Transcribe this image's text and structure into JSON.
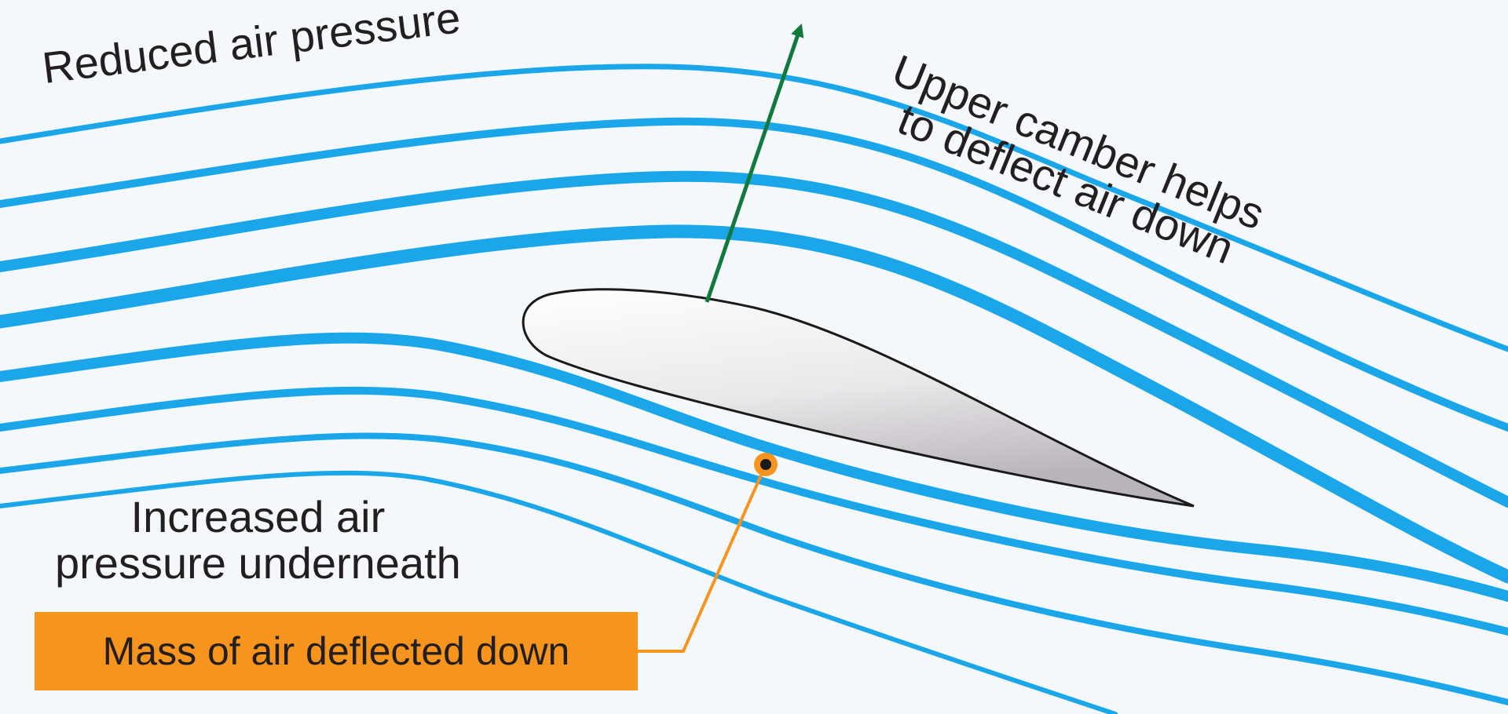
{
  "labels": {
    "reduced_pressure": "Reduced air pressure",
    "upper_camber_line1": "Upper camber helps",
    "upper_camber_line2": "to deflect air down",
    "increased_pressure_line1": "Increased air",
    "increased_pressure_line2": "pressure underneath",
    "callout": "Mass of air deflected down"
  },
  "colors": {
    "background": "#f4f8fb",
    "streamline": "#1aa6e8",
    "lift_arrow": "#0f7a3c",
    "callout": "#f7941d",
    "airfoil_outline": "#1a1a1a",
    "text": "#231f20"
  }
}
